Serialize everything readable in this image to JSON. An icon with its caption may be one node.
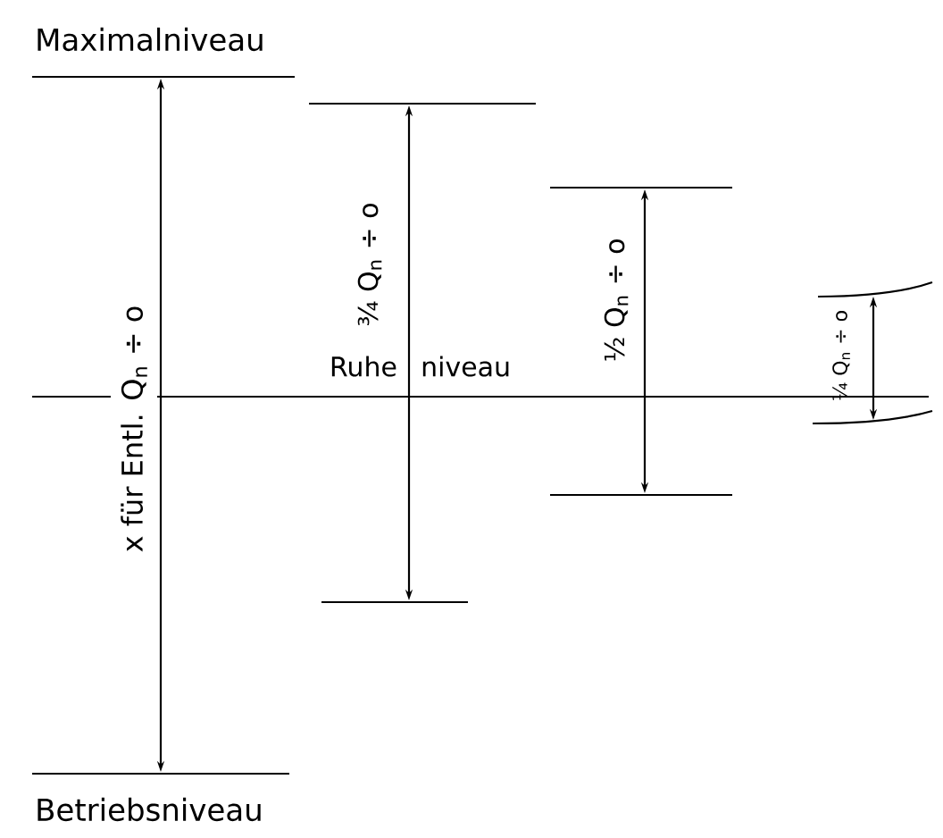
{
  "diagram": {
    "labels": [
      "Maximalniveau",
      "x für Entl. Q$_{n}$ ÷ o",
      "¾ Q$_{n}$ ÷ o",
      "Ruhe",
      "niveau",
      "½ Q$_{n}$ ÷ o",
      "¼ Q$_{n}$ ÷ o",
      "Betriebsniveau"
    ]
  }
}
